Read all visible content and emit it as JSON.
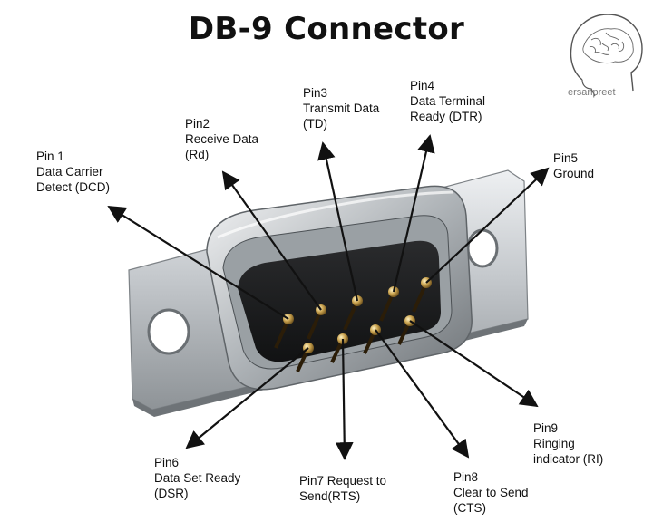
{
  "title": "DB-9 Connector",
  "logo": {
    "text": "ersanpreet",
    "icon": "brain-head-icon"
  },
  "pins": [
    {
      "id": "pin1",
      "lines": [
        "Pin 1",
        "Data Carrier",
        "Detect (DCD)"
      ]
    },
    {
      "id": "pin2",
      "lines": [
        "Pin2",
        "Receive Data",
        "(Rd)"
      ]
    },
    {
      "id": "pin3",
      "lines": [
        "Pin3",
        "Transmit Data",
        "(TD)"
      ]
    },
    {
      "id": "pin4",
      "lines": [
        "Pin4",
        "Data Terminal",
        "Ready (DTR)"
      ]
    },
    {
      "id": "pin5",
      "lines": [
        "Pin5",
        "Ground"
      ]
    },
    {
      "id": "pin6",
      "lines": [
        "Pin6",
        "Data Set Ready",
        "(DSR)"
      ]
    },
    {
      "id": "pin7",
      "lines": [
        "Pin7 Request to",
        "Send(RTS)"
      ]
    },
    {
      "id": "pin8",
      "lines": [
        "Pin8",
        "Clear to Send",
        "(CTS)"
      ]
    },
    {
      "id": "pin9",
      "lines": [
        "Pin9",
        "Ringing",
        "indicator (RI)"
      ]
    }
  ]
}
